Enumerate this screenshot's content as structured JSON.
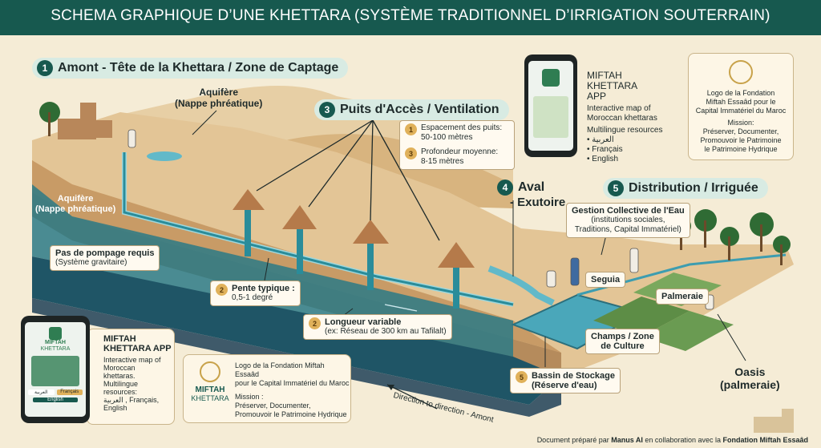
{
  "title": "SCHEMA GRAPHIQUE  D’UNE KHETTARA (SYSTÈME TRADITIONNEL D’IRRIGATION SOUTERRAIN)",
  "sections": [
    {
      "num": "1",
      "label": "Amont - Tête de la Khettara / Zone de Captage"
    },
    {
      "num": "3",
      "label": "Puits d'Accès / Ventilation"
    },
    {
      "num": "4",
      "label": "Aval",
      "label2": "- Exutoire"
    },
    {
      "num": "5",
      "label": "Distribution / Irriguée"
    }
  ],
  "labels": {
    "aquifer_top_1": "Aquifère",
    "aquifer_top_2": "(Nappe phréatique)",
    "aquifer_left_1": "Aquifère",
    "aquifer_left_2": "(Nappe phréatique)",
    "no_pumping_1": "Pas de pompage requis",
    "no_pumping_2": "(Système gravitaire)",
    "slope_num": "2",
    "slope_1": "Pente typique :",
    "slope_2": "0,5-1 degré",
    "length_num": "2",
    "length_1": "Longueur variable",
    "length_2": "(ex: Réseau de 300 km au Tafilalt)",
    "governance_1": "Gestion Collective de l'Eau",
    "governance_2": "(institutions sociales,",
    "governance_3": "Traditions, Capital Immatériel)",
    "seguia": "Seguia",
    "palmeraie": "Palmeraie",
    "fields_1": "Champs / Zone",
    "fields_2": "de Culture",
    "basin_num": "5",
    "basin_1": "Bassin de Stockage",
    "basin_2": "(Réserve d'eau)",
    "oasis_1": "Oasis",
    "oasis_2": "(palmeraie)",
    "direction": "Direction to direction - Amont"
  },
  "well_notes": [
    {
      "num": "1",
      "line1": "Espacement des puits:",
      "line2": "50-100 mètres"
    },
    {
      "num": "3",
      "line1": "Profondeur moyenne:",
      "line2": "8-15 mètres"
    }
  ],
  "app_top": {
    "title_1": "MIFTAH KHETTARA",
    "title_2": "APP",
    "desc_1": "Interactive map of",
    "desc_2": "Moroccan khettaras",
    "multi": "Multilingue resources",
    "langs": [
      "العربية",
      "Français",
      "English"
    ]
  },
  "foundation_top": {
    "line1": "Logo de la Fondation",
    "line2": "Miftah Essaâd pour le",
    "line3": "Capital Immatériel du Maroc",
    "mission_title": "Mission:",
    "mission_1": "Préserver, Documenter,",
    "mission_2": "Promouvoir le Patrimoine",
    "mission_3": "le Patrimoine Hydrique"
  },
  "app_bottom": {
    "title_1": "MIFTAH",
    "title_2": "KHETTARA APP",
    "desc_1": "Interactive map of",
    "desc_2": "Moroccan",
    "desc_3": "khettaras.",
    "desc_4": "Multilingue",
    "desc_5": "resources:",
    "desc_6": "العربية , Français,",
    "desc_7": "English",
    "phone_brand_1": "MIFTAH",
    "phone_brand_2": "KHETTARA",
    "phone_btn_ar": "العربية",
    "phone_btn_fr": "Français",
    "phone_btn_en": "English"
  },
  "foundation_bottom": {
    "brand_1": "MIFTAH",
    "brand_2": "KHETTARA",
    "line1": "Logo de la Fondation Miftah Essaâd",
    "line2": "pour le Capital Immatériel du Maroc",
    "mission_title": "Mission :",
    "mission_1": "Préserver, Documenter,",
    "mission_2": "Promouvoir le Patrimoine Hydrique"
  },
  "footer": {
    "prefix": "Document préparé par ",
    "author": "Manus AI",
    "middle": " en collaboration avec la ",
    "org": "Fondation Miftah Essaâd"
  },
  "colors": {
    "header": "#17594f",
    "background": "#f5ecd6",
    "sand": "#dcb98a",
    "water": "#2f8fa0",
    "badge": "#e0b15a"
  }
}
